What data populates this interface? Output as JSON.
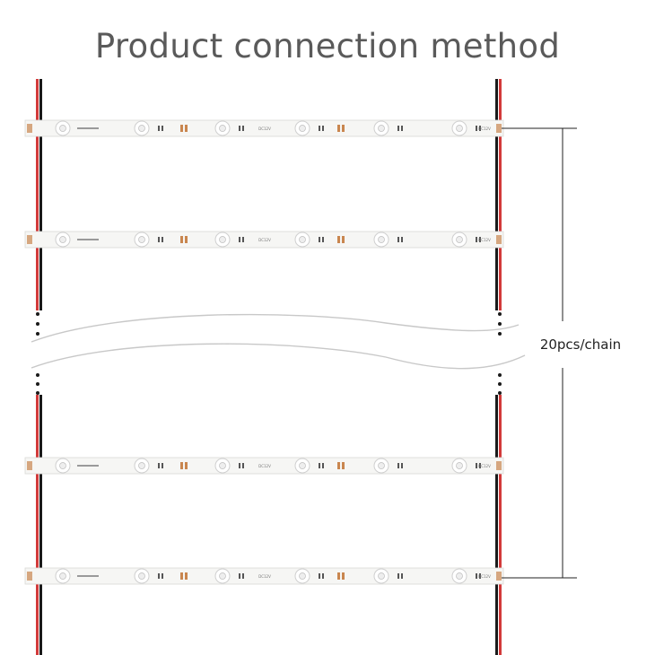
{
  "title": "Product connection method",
  "chain_label": "20pcs/chain",
  "colors": {
    "title": "#5a5a5a",
    "wire_red": "#d23a3a",
    "wire_black": "#1a1a1a",
    "strip_board": "#f6f6f4",
    "solder_pad": "#c9864f",
    "dimension_line": "#222222"
  },
  "strips": {
    "visible_count": 4,
    "leds_per_strip": 6,
    "print_marks": [
      "DC12V",
      "DC12V",
      "DC12V"
    ]
  }
}
